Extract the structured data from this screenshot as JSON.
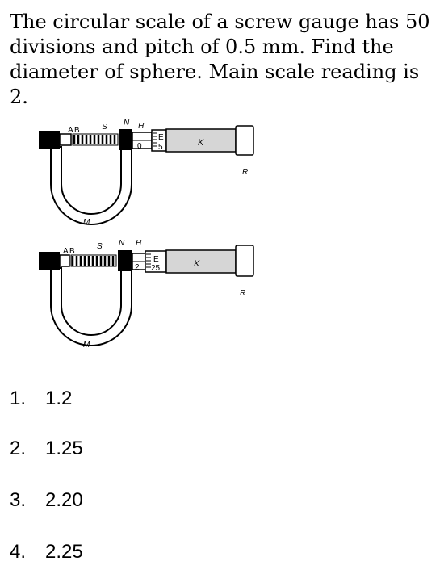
{
  "question": {
    "text": "The circular scale of a screw gauge has 50 divisions and pitch of 0.5 mm. Find the diameter of sphere. Main scale reading is 2."
  },
  "figure": {
    "gauges": [
      {
        "labels": {
          "a": "A",
          "b": "B",
          "s": "S",
          "n": "N",
          "h": "H",
          "e": "E",
          "k": "K",
          "r": "R",
          "m": "M"
        },
        "main_scale_mark": "0",
        "circular_scale_mark": "5"
      },
      {
        "labels": {
          "a": "A",
          "b": "B",
          "s": "S",
          "n": "N",
          "h": "H",
          "e": "E",
          "k": "K",
          "r": "R",
          "m": "M"
        },
        "main_scale_mark": "2",
        "circular_scale_mark": "25"
      }
    ]
  },
  "options": [
    {
      "number": "1.",
      "value": "1.2"
    },
    {
      "number": "2.",
      "value": "1.25"
    },
    {
      "number": "3.",
      "value": "2.20"
    },
    {
      "number": "4.",
      "value": "2.25"
    }
  ]
}
